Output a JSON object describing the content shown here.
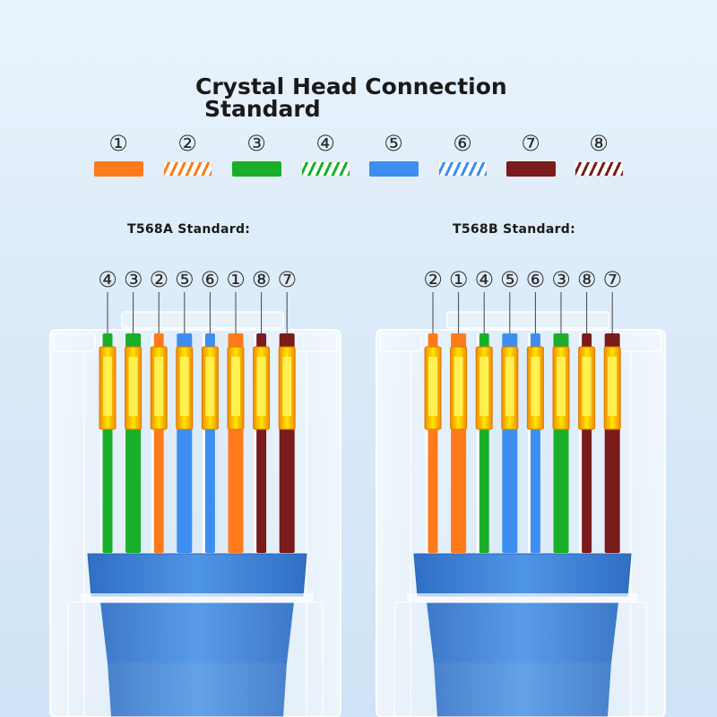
{
  "title": {
    "line1": "Crystal Head Connection",
    "line2": "Standard"
  },
  "colors": {
    "orange": "#ff7a1a",
    "green": "#1aaf2a",
    "blue": "#3d8ef0",
    "brown": "#7a1c1c",
    "white": "#ffffff",
    "gold": "#ffb400",
    "boot": "#3f82d6"
  },
  "legend": [
    {
      "num": "①",
      "color": "orange",
      "striped": false
    },
    {
      "num": "②",
      "color": "orange",
      "striped": true
    },
    {
      "num": "③",
      "color": "green",
      "striped": false
    },
    {
      "num": "④",
      "color": "green",
      "striped": true
    },
    {
      "num": "⑤",
      "color": "blue",
      "striped": false
    },
    {
      "num": "⑥",
      "color": "blue",
      "striped": true
    },
    {
      "num": "⑦",
      "color": "brown",
      "striped": false
    },
    {
      "num": "⑧",
      "color": "brown",
      "striped": true
    }
  ],
  "connectors": [
    {
      "label": "T568A Standard:",
      "pins": [
        {
          "num": "④",
          "color": "green",
          "striped": true
        },
        {
          "num": "③",
          "color": "green",
          "striped": false
        },
        {
          "num": "②",
          "color": "orange",
          "striped": true
        },
        {
          "num": "⑤",
          "color": "blue",
          "striped": false
        },
        {
          "num": "⑥",
          "color": "blue",
          "striped": true
        },
        {
          "num": "①",
          "color": "orange",
          "striped": false
        },
        {
          "num": "⑧",
          "color": "brown",
          "striped": true
        },
        {
          "num": "⑦",
          "color": "brown",
          "striped": false
        }
      ]
    },
    {
      "label": "T568B Standard:",
      "pins": [
        {
          "num": "②",
          "color": "orange",
          "striped": true
        },
        {
          "num": "①",
          "color": "orange",
          "striped": false
        },
        {
          "num": "④",
          "color": "green",
          "striped": true
        },
        {
          "num": "⑤",
          "color": "blue",
          "striped": false
        },
        {
          "num": "⑥",
          "color": "blue",
          "striped": true
        },
        {
          "num": "③",
          "color": "green",
          "striped": false
        },
        {
          "num": "⑧",
          "color": "brown",
          "striped": true
        },
        {
          "num": "⑦",
          "color": "brown",
          "striped": false
        }
      ]
    }
  ]
}
